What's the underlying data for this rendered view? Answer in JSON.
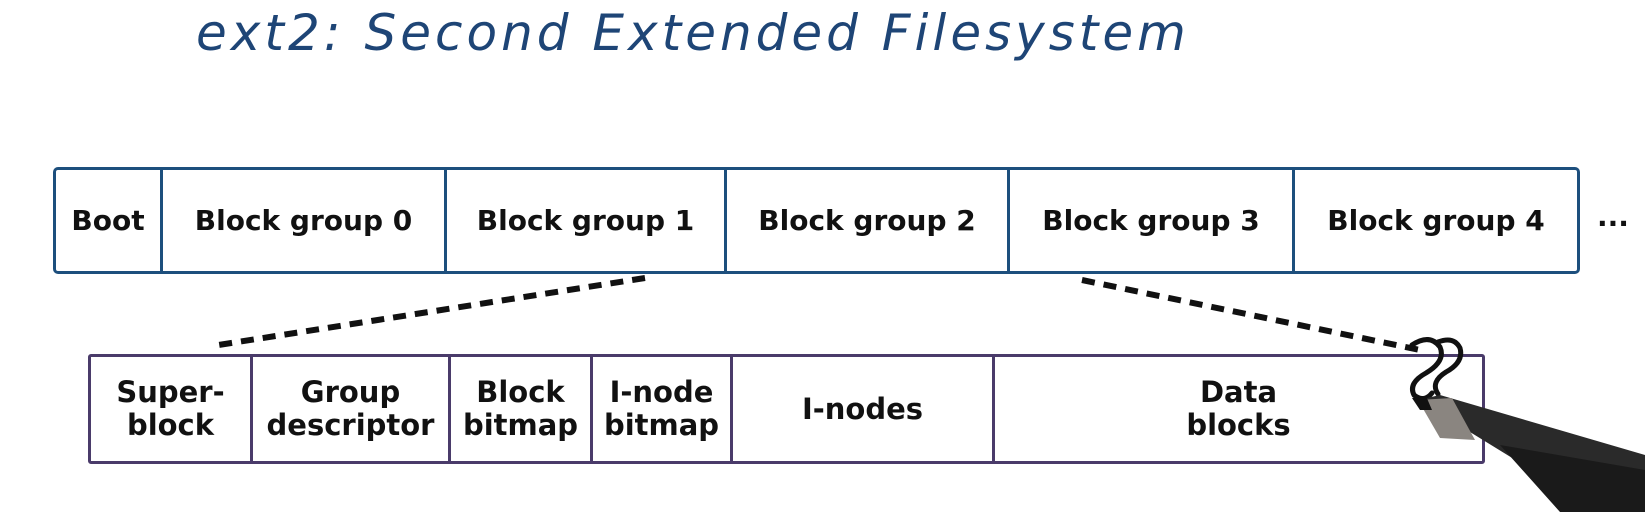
{
  "title": "ext2: Second Extended Filesystem",
  "disk_layout": [
    "Boot",
    "Block group 0",
    "Block group 1",
    "Block group 2",
    "Block group 3",
    "Block group 4"
  ],
  "ellipsis": "...",
  "block_group_layout": [
    "Super-\nblock",
    "Group\ndescriptor",
    "Block\nbitmap",
    "I-node\nbitmap",
    "I-nodes",
    "Data\nblocks"
  ],
  "colors": {
    "title": "#1e4576",
    "top_border": "#1d4f7d",
    "bottom_border": "#4a3b6a"
  }
}
